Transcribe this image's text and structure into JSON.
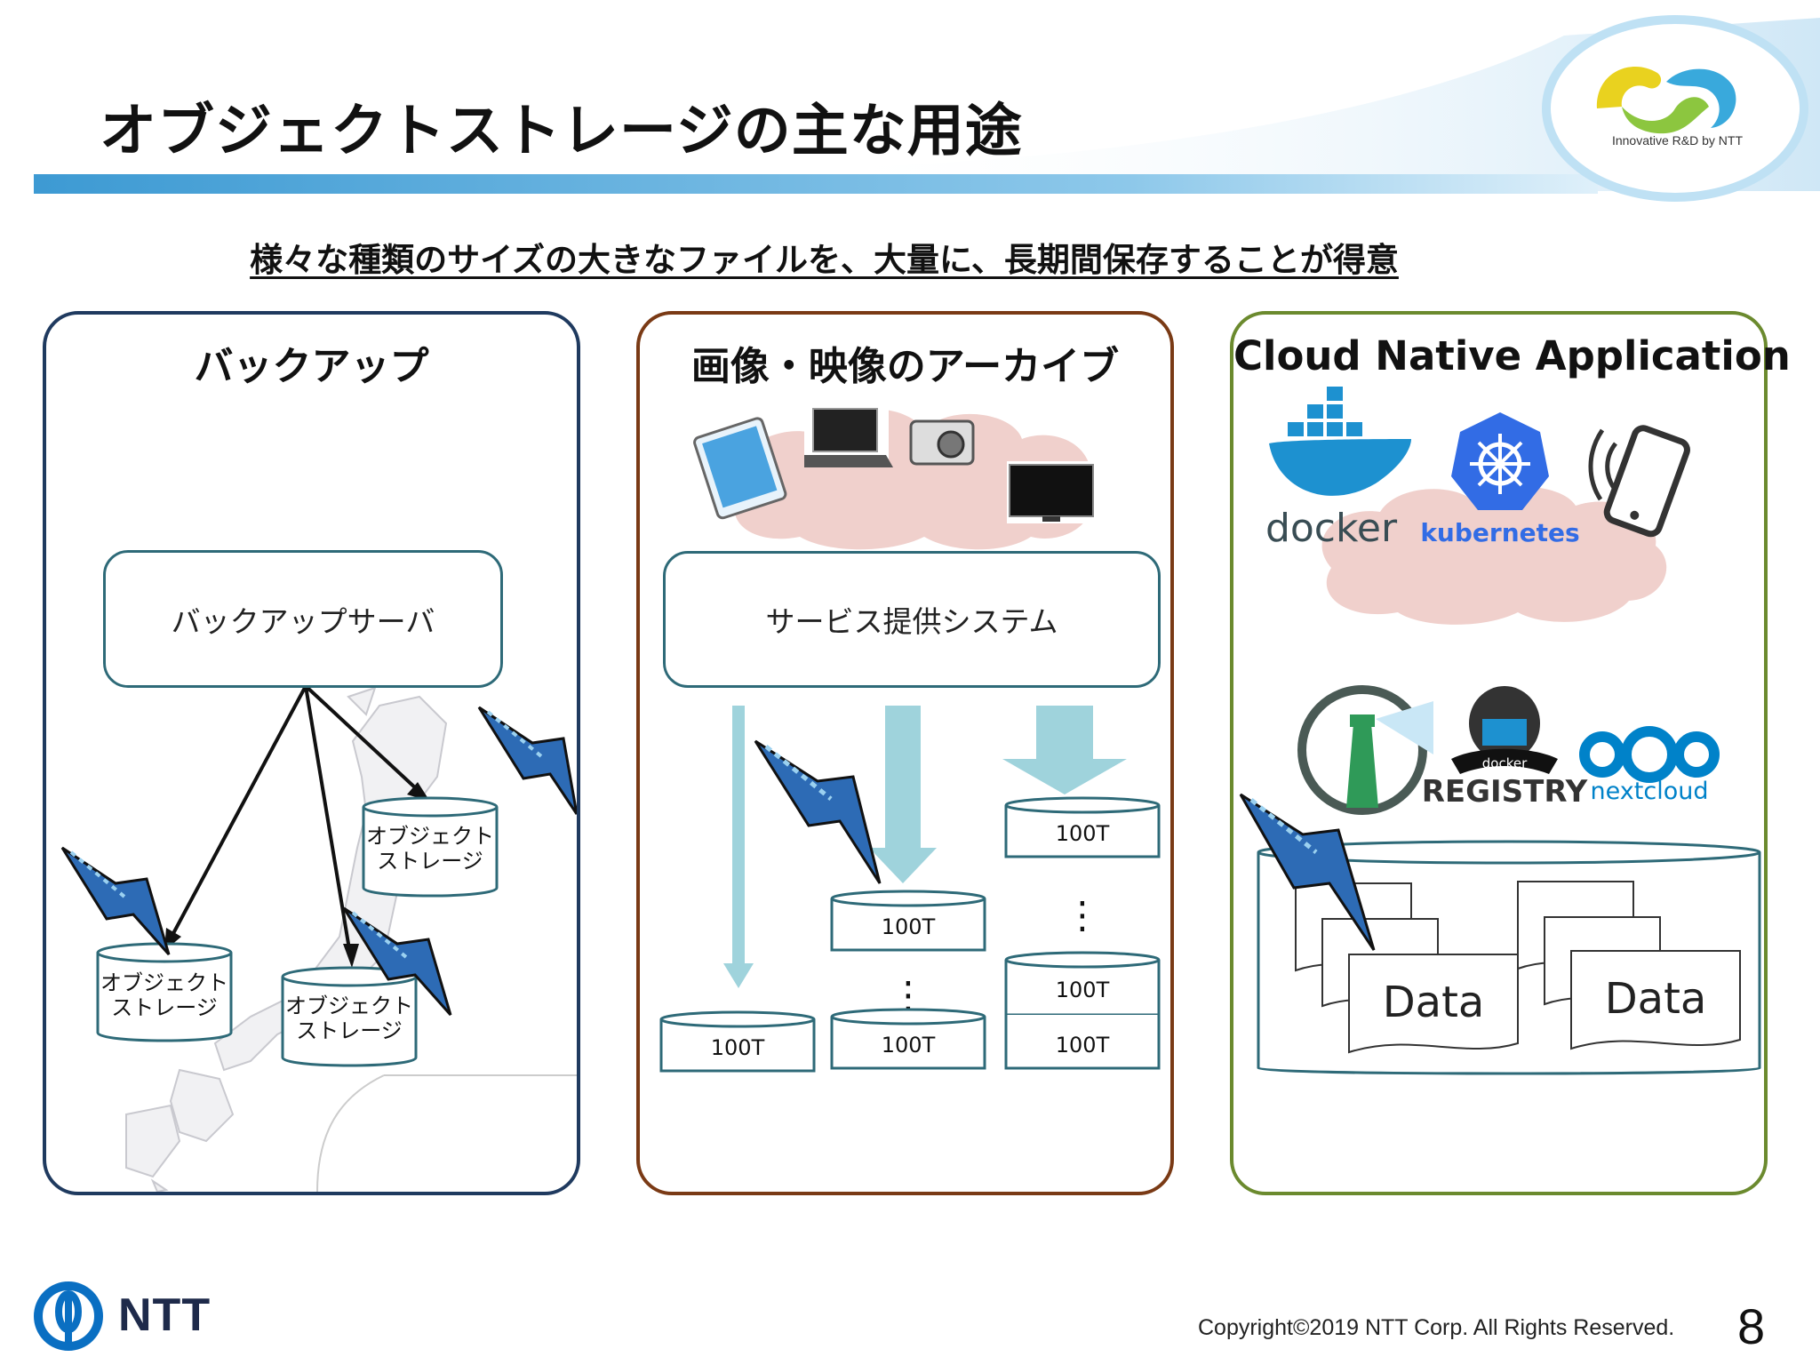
{
  "slide": {
    "title": "オブジェクトストレージの主な用途",
    "subtitle": "様々な種類のサイズの大きなファイルを、大量に、長期間保存することが得意",
    "logo_caption": "Innovative R&D by NTT",
    "footer_logo": "NTT",
    "copyright": "Copyright©2019  NTT Corp. All Rights Reserved.",
    "page_number": "8"
  },
  "panels": {
    "backup": {
      "title": "バックアップ",
      "server": "バックアップサーバ",
      "storage_1": "オブジェクト\nストレージ",
      "storage_2": "オブジェクト\nストレージ",
      "storage_3": "オブジェクト\nストレージ",
      "storage_line1": "オブジェクト",
      "storage_line2": "ストレージ"
    },
    "archive": {
      "title": "画像・映像のアーカイブ",
      "server": "サービス提供システム",
      "disk_label": "100T",
      "ellipsis": "⋮"
    },
    "cloud": {
      "title": "Cloud Native Application",
      "docker": "docker",
      "kubernetes": "kubernetes",
      "registry_small": "docker",
      "registry": "REGISTRY",
      "nextcloud": "nextcloud",
      "data_1": "Data",
      "data_2": "Data"
    }
  },
  "colors": {
    "backup_border": "#1f3a5f",
    "archive_border": "#7a3a15",
    "cloud_border": "#6b8a2e",
    "header_band": "#4aa3d8",
    "arrow_teal": "#9fd3dc",
    "cloud_pink": "#f0d0cc",
    "swallow_blue": "#2d6bb5",
    "kubernetes_blue": "#326ce5",
    "nextcloud_blue": "#0082c9"
  }
}
